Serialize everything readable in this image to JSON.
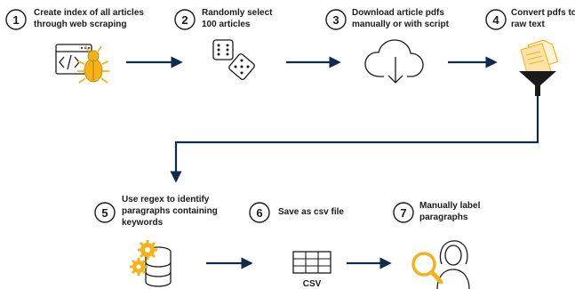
{
  "colors": {
    "accent": "#f5b21b",
    "arrow": "#0f2a4a",
    "ink": "#1a1a1a"
  },
  "steps": [
    {
      "number": "1",
      "line1": "Create index of all articles",
      "line2": "through web scraping",
      "line3": "",
      "icon": "web-scraping-bug-icon"
    },
    {
      "number": "2",
      "line1": "Randomly select",
      "line2": "100 articles",
      "line3": "",
      "icon": "dice-icon"
    },
    {
      "number": "3",
      "line1": "Download article pdfs",
      "line2": "manually or with script",
      "line3": "",
      "icon": "cloud-download-icon"
    },
    {
      "number": "4",
      "line1": "Convert pdfs to",
      "line2": "raw text",
      "line3": "",
      "icon": "document-funnel-icon"
    },
    {
      "number": "5",
      "line1": "Use regex to identify",
      "line2": "paragraphs containing",
      "line3": "keywords",
      "icon": "database-gears-icon"
    },
    {
      "number": "6",
      "line1": "Save as csv file",
      "line2": "",
      "line3": "",
      "icon": "csv-table-icon"
    },
    {
      "number": "7",
      "line1": "Manually label",
      "line2": "paragraphs",
      "line3": "",
      "icon": "person-magnifier-icon"
    }
  ],
  "csv_label": "CSV"
}
